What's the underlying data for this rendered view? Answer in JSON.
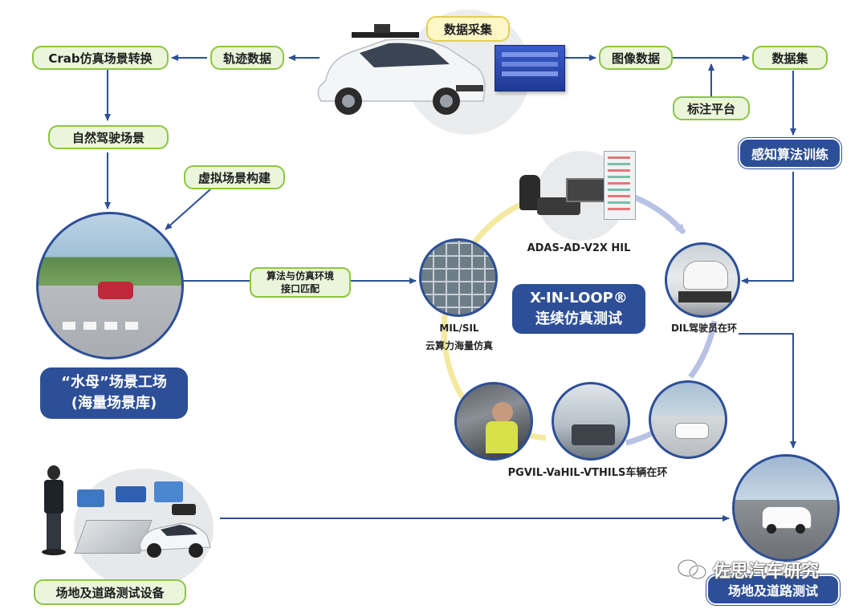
{
  "top": {
    "data_collection": "数据采集",
    "trajectory_data": "轨迹数据",
    "crab_conversion": "Crab仿真场景转换",
    "image_data": "图像数据",
    "dataset": "数据集",
    "annotation_platform": "标注平台",
    "perception_training": "感知算法训练"
  },
  "left": {
    "natural_scene": "自然驾驶场景",
    "virtual_scene": "虚拟场景构建",
    "jellyfish_line1": "“水母”场景工场",
    "jellyfish_line2": "(海量场景库)",
    "interface_line1": "算法与仿真环境",
    "interface_line2": "接口匹配"
  },
  "loop": {
    "title_line1": "X-IN-LOOP®",
    "title_line2": "连续仿真测试",
    "adas_label": "ADAS-AD-V2X HIL",
    "mil_line1": "MIL/SIL",
    "mil_line2": "云算力海量仿真",
    "dil_label": "DIL驾驶员在环",
    "pgvil_label": "PGVIL-VaHIL-VTHILS车辆在环"
  },
  "bottom": {
    "field_equipment": "场地及道路测试设备",
    "field_test": "场地及道路测试"
  },
  "watermark": "佐思汽车研究",
  "colors": {
    "arrow_blue": "#2d4f97",
    "pill_green_border": "#8cc63f",
    "pill_green_fill": "#eaf5dc",
    "pill_blue_fill": "#2d4f97",
    "pill_yellow_fill": "#fdf6c6",
    "loop_yellow": "#f3e9a0",
    "loop_lavender": "#b8c2e4"
  }
}
